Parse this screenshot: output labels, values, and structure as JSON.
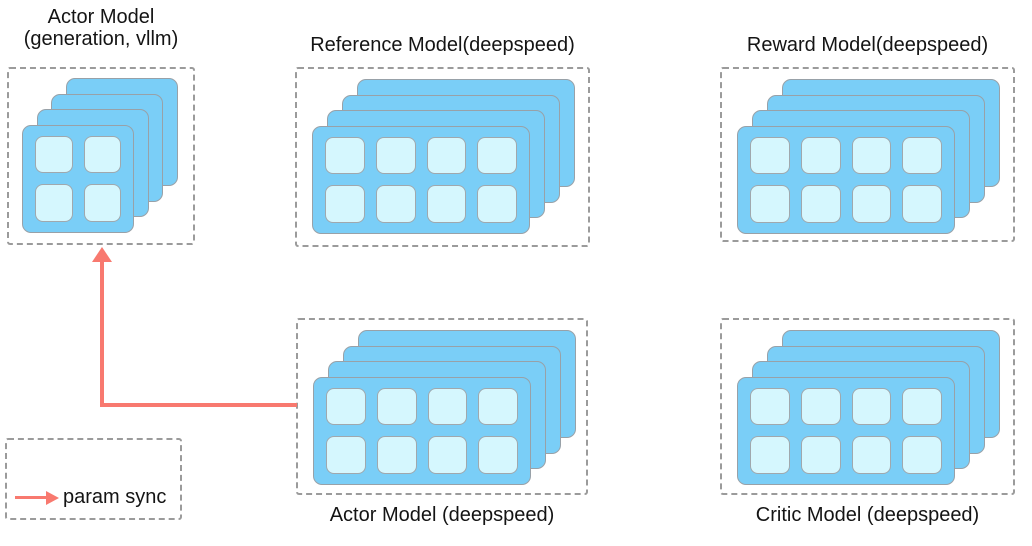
{
  "diagram": {
    "boxes": [
      {
        "id": "actor-generation-vllm",
        "label_lines": [
          "Actor Model",
          "(generation, vllm)"
        ],
        "label_position": "top",
        "cards": 4,
        "grid_cols": 2,
        "grid_rows": 2
      },
      {
        "id": "reference-model",
        "label_lines": [
          "Reference Model(deepspeed)"
        ],
        "label_position": "top",
        "cards": 4,
        "grid_cols": 4,
        "grid_rows": 2
      },
      {
        "id": "reward-model",
        "label_lines": [
          "Reward Model(deepspeed)"
        ],
        "label_position": "top",
        "cards": 4,
        "grid_cols": 4,
        "grid_rows": 2
      },
      {
        "id": "actor-model-deepspeed",
        "label_lines": [
          "Actor Model (deepspeed)"
        ],
        "label_position": "bottom",
        "cards": 4,
        "grid_cols": 4,
        "grid_rows": 2
      },
      {
        "id": "critic-model-deepspeed",
        "label_lines": [
          "Critic Model (deepspeed)"
        ],
        "label_position": "bottom",
        "cards": 4,
        "grid_cols": 4,
        "grid_rows": 2
      }
    ],
    "arrow": {
      "connects_from": "actor-model-deepspeed",
      "connects_to": "actor-generation-vllm",
      "meaning": "param sync"
    },
    "legend": {
      "label": "param sync"
    },
    "colors": {
      "card_fill": "#7ACEF7",
      "card_border": "#98A1A8",
      "cell_fill": "#D5F7FE",
      "cell_border": "#A0A8AD",
      "arrow": "#F8796F",
      "dashed_border": "#9B9B9B",
      "text": "#141414"
    }
  }
}
